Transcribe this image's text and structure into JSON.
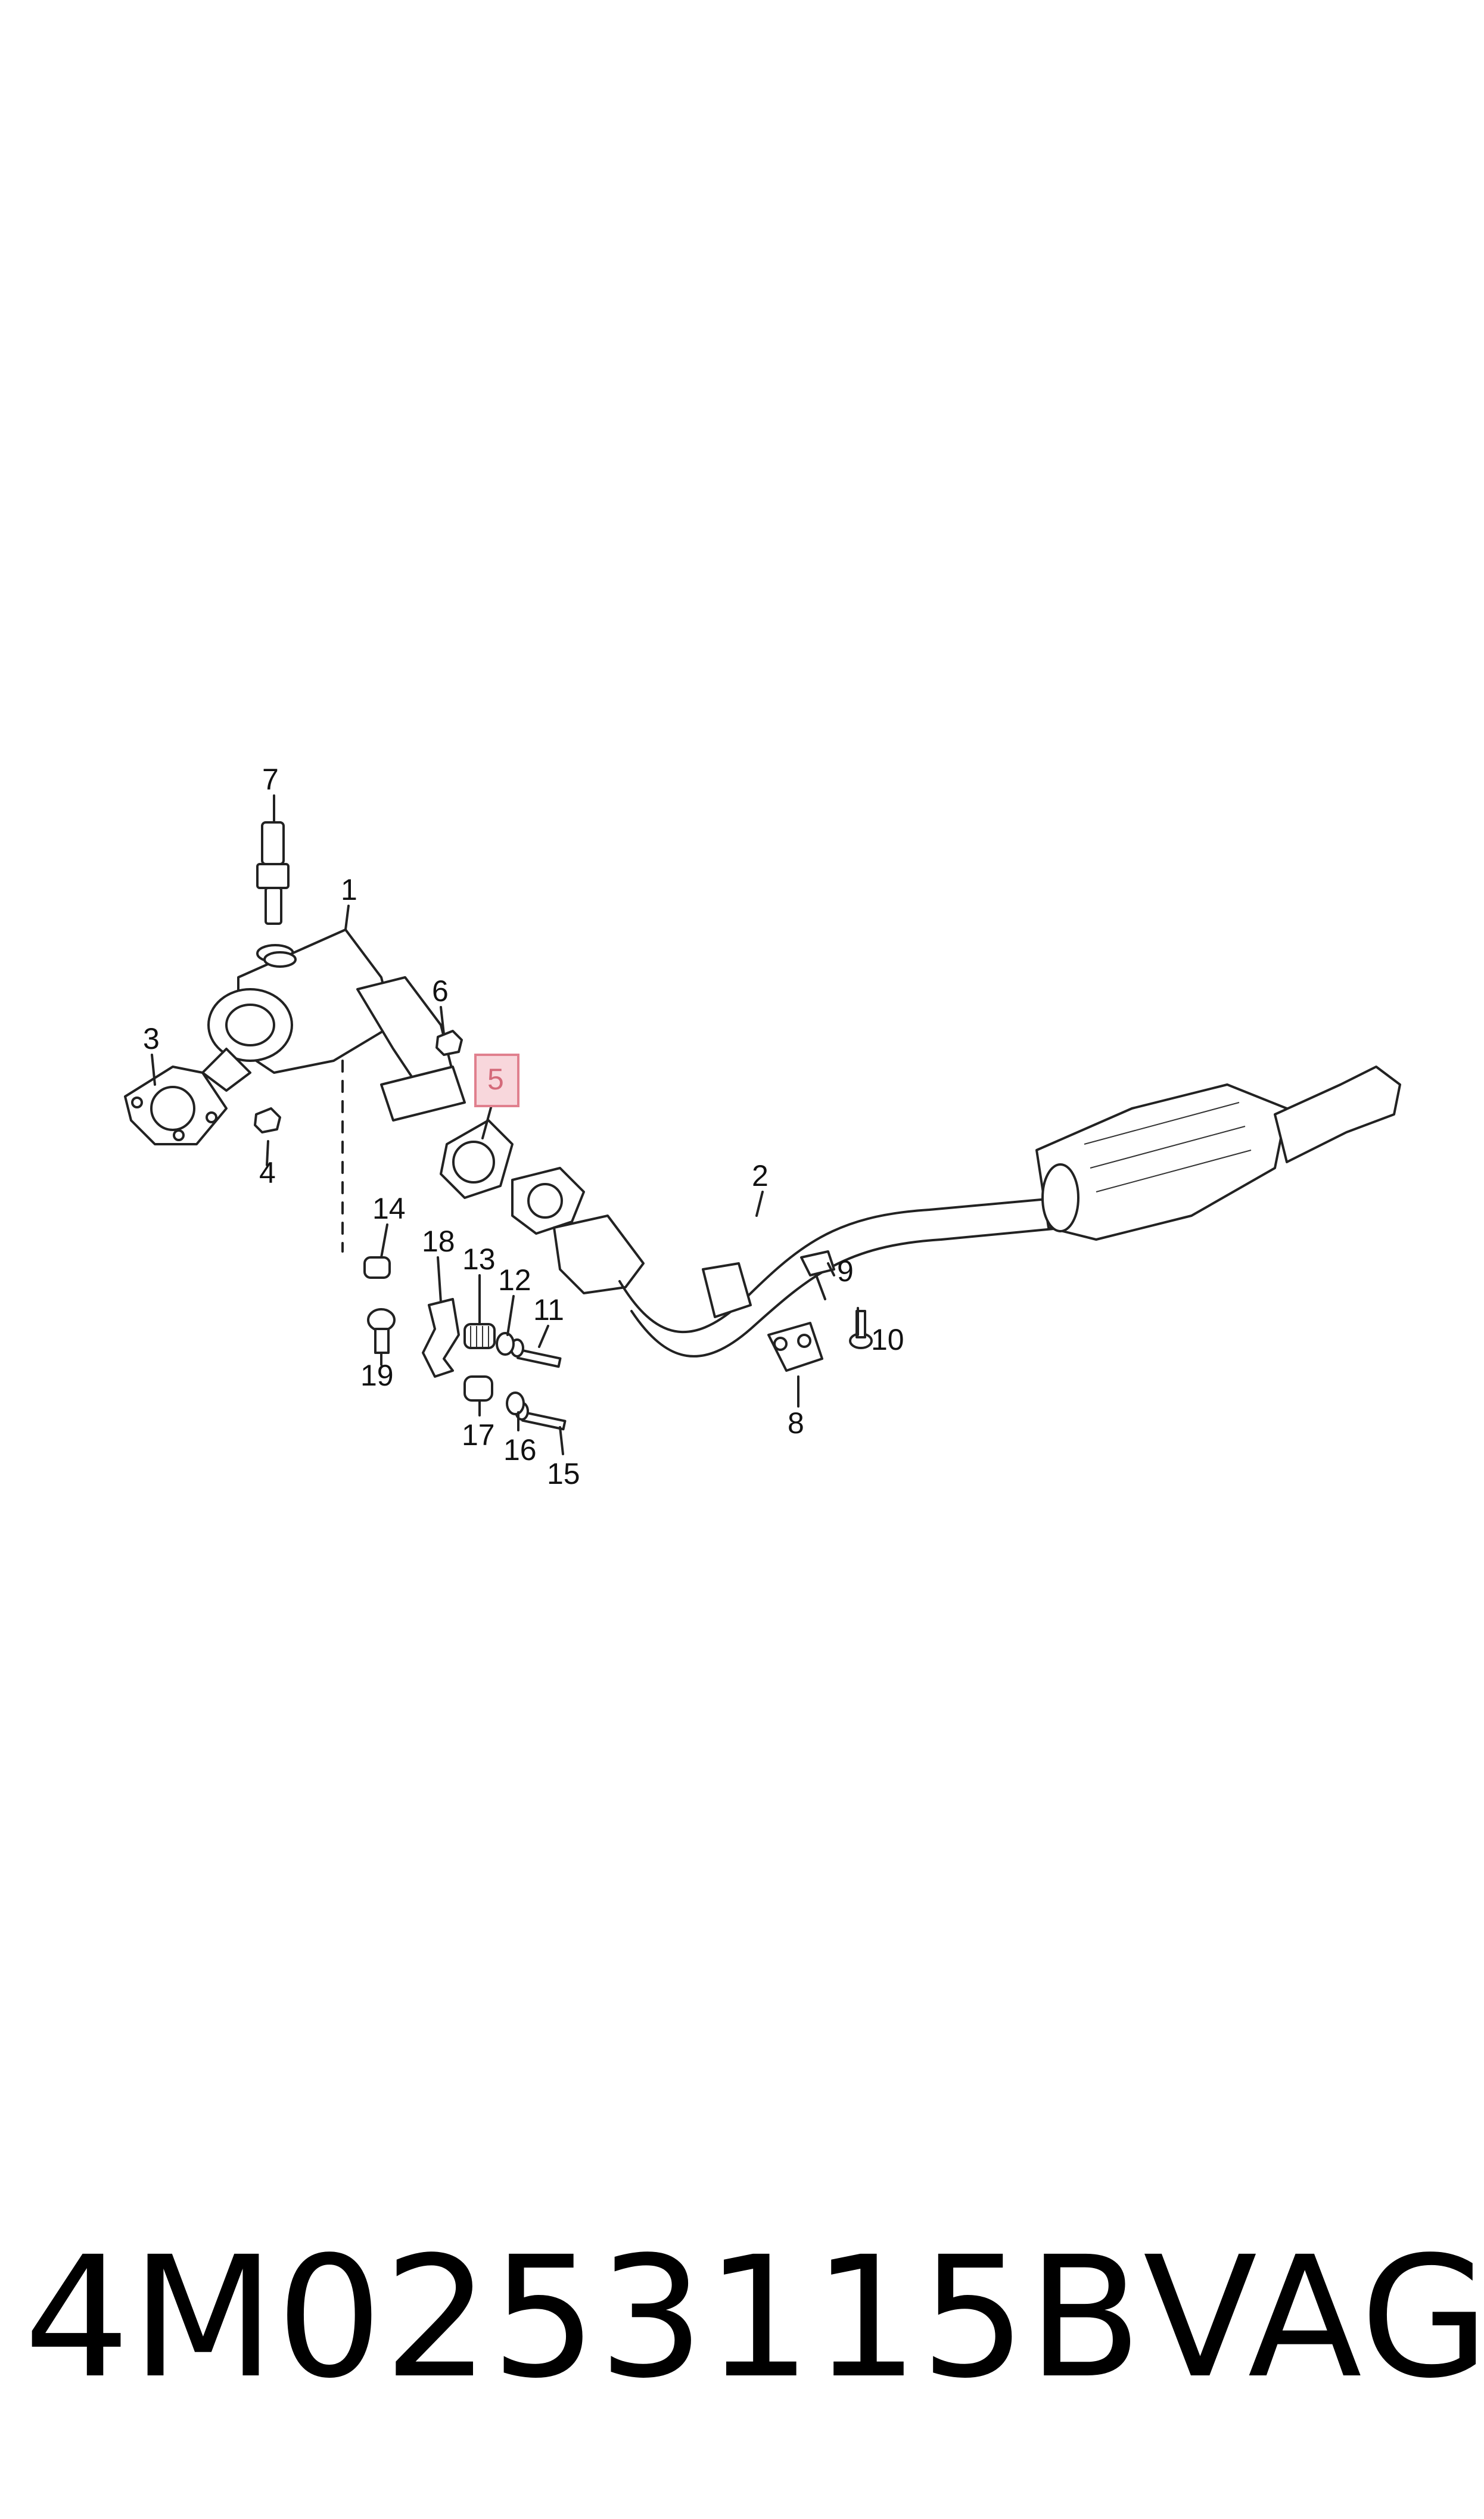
{
  "diagram": {
    "callouts": [
      "1",
      "2",
      "3",
      "4",
      "5",
      "6",
      "7",
      "8",
      "9",
      "10",
      "11",
      "12",
      "13",
      "14",
      "15",
      "16",
      "17",
      "18",
      "19"
    ],
    "highlighted_callout": "5",
    "highlight_color": "#f8d7dc"
  },
  "caption": {
    "part_number": "4M0253115B",
    "brand": "VAG"
  }
}
